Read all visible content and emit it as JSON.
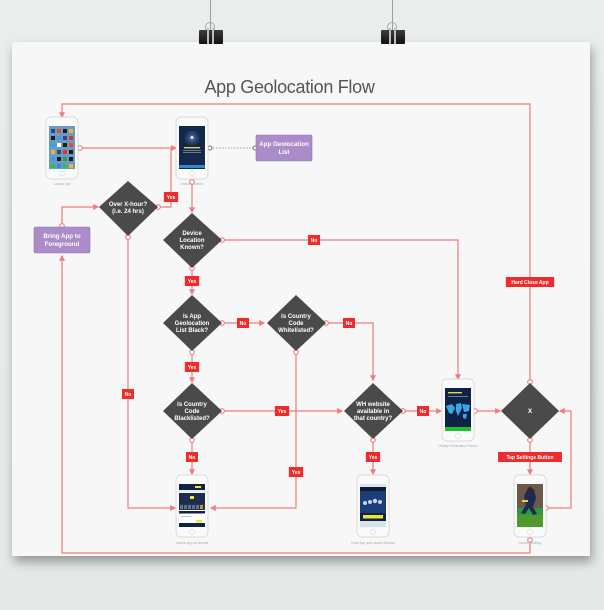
{
  "title": "App Geolocation Flow",
  "colors": {
    "connector": "#f07c7c",
    "badge": "#f02b2b",
    "decision": "#4a4a4a",
    "process": "#a98cc8",
    "poster_bg": "#f7f7f7"
  },
  "screens": [
    {
      "id": "launch-app",
      "caption": "Launch App",
      "theme": "homescreen"
    },
    {
      "id": "enable-location",
      "caption": "Enable Location",
      "theme": "location-prompt"
    },
    {
      "id": "display-geolocation",
      "caption": "Display Geolocation Screen",
      "theme": "world-map"
    },
    {
      "id": "launch-app-to-normal",
      "caption": "Launch App as Normal",
      "theme": "sportsbook"
    },
    {
      "id": "close-app-launch-browser",
      "caption": "Close App and Launch Browser",
      "theme": "website"
    },
    {
      "id": "launch-settings",
      "caption": "Launch Settings",
      "theme": "football"
    }
  ],
  "processes": [
    {
      "id": "app-geolocation-list",
      "label": [
        "App Geolocation",
        "List"
      ]
    },
    {
      "id": "bring-app-to-foreground",
      "label": [
        "Bring App to",
        "Foreground"
      ]
    }
  ],
  "decisions": [
    {
      "id": "over-x-hour",
      "label": [
        "Over X-hour?",
        "(i.e. 24 hrs)"
      ]
    },
    {
      "id": "device-location-known",
      "label": [
        "Device",
        "Location",
        "Known?"
      ]
    },
    {
      "id": "is-app-geolocation-list-black",
      "label": [
        "Is App",
        "Geolocation",
        "List Black?"
      ]
    },
    {
      "id": "is-country-code-whitelisted",
      "label": [
        "Is Country",
        "Code",
        "Whitelisted?"
      ]
    },
    {
      "id": "is-country-code-blacklisted",
      "label": [
        "Is Country",
        "Code",
        "Blacklisted?"
      ]
    },
    {
      "id": "wh-website-available",
      "label": [
        "WH website",
        "available in",
        "that country?"
      ]
    },
    {
      "id": "x-decision",
      "label": [
        "X"
      ]
    }
  ],
  "badges": {
    "yes": "Yes",
    "no": "No",
    "hard_close_app": "Hard Close App",
    "tap_settings_button": "Tap Settings Button"
  }
}
